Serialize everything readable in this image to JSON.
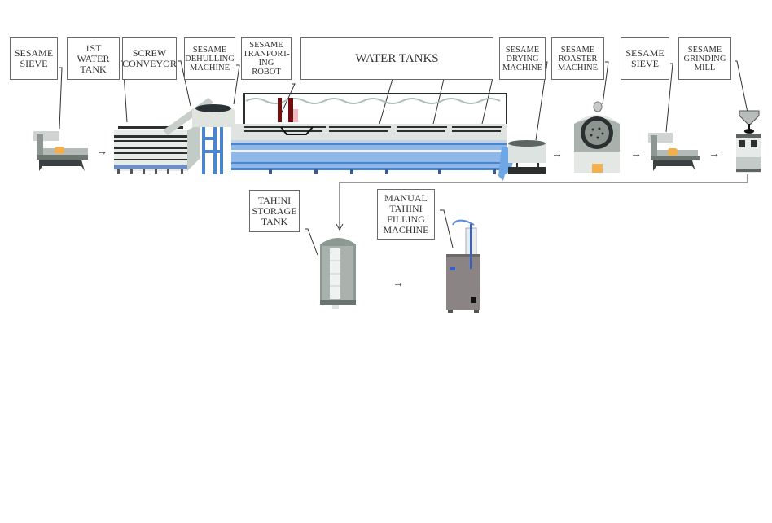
{
  "diagram": {
    "title": "Sesame tahini production line",
    "labels": [
      {
        "id": "sieve-1",
        "text": "SESAME\nSIEVE"
      },
      {
        "id": "water-tank-1",
        "text": "1ST\nWATER\nTANK"
      },
      {
        "id": "screw-conveyor",
        "text": "SCREW\nCONVEYOR"
      },
      {
        "id": "dehulling",
        "text": "SESAME\nDEHULLING\nMACHINE"
      },
      {
        "id": "robot",
        "text": "SESAME\nTRANPORT-\nING\nROBOT"
      },
      {
        "id": "water-tanks",
        "text": "WATER TANKS"
      },
      {
        "id": "drying",
        "text": "SESAME\nDRYING\nMACHINE"
      },
      {
        "id": "roaster",
        "text": "SESAME\nROASTER\nMACHINE"
      },
      {
        "id": "sieve-2",
        "text": "SESAME\nSIEVE"
      },
      {
        "id": "grinding",
        "text": "SESAME\nGRINDING\nMILL"
      },
      {
        "id": "storage",
        "text": "TAHINI\nSTORAGE\nTANK"
      },
      {
        "id": "filling",
        "text": "MANUAL\nTAHINI\nFILLING\nMACHINE"
      }
    ],
    "arrow_glyph": "→",
    "colors": {
      "blue": "#4a86d0",
      "light_blue": "#8fb8e8",
      "grey": "#9aa39e",
      "dark": "#2b2f30",
      "orange": "#f0b050",
      "maroon": "#6e1010"
    }
  }
}
